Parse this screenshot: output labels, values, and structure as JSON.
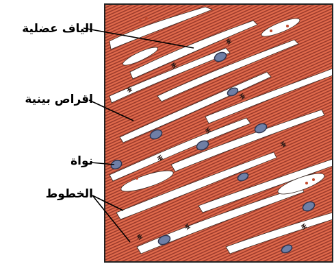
{
  "labels": {
    "muscle_fibers": "الياف عضلية",
    "intercalated_discs": "اقراص بينية",
    "nucleus": "نواة",
    "striations": "الخطوط"
  },
  "colors": {
    "tissue": "#e06a4c",
    "tissue_dark": "#b9472f",
    "stripe": "#9b3a2b",
    "gap": "#ffffff",
    "nucleus": "#6f7fa6",
    "nucleus_dark": "#2f3550",
    "frame": "#222222"
  }
}
